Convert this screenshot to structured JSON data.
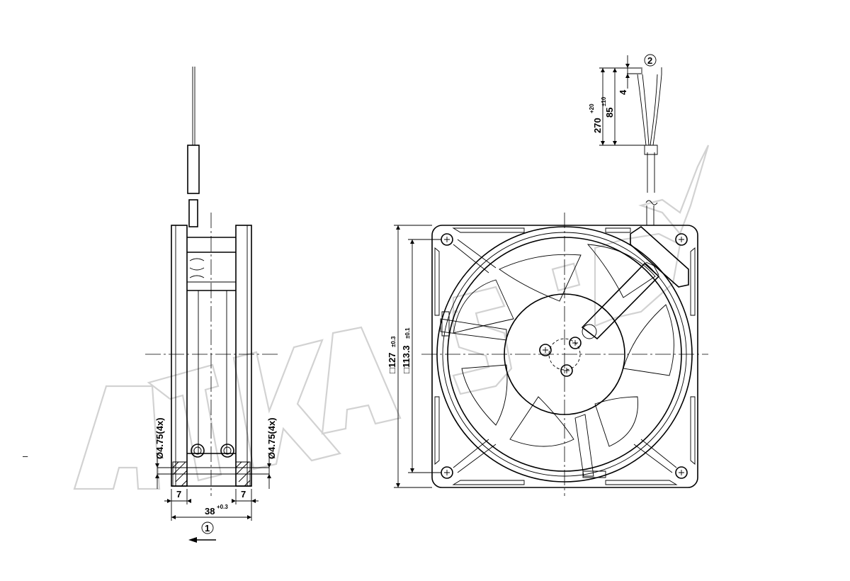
{
  "watermark": "ALTKAS.RU",
  "dimensions": {
    "side_width": "38",
    "side_width_tol": "+0.3",
    "flange_left": "7",
    "flange_right": "7",
    "hole_left": "Ø4.75(4x)",
    "hole_right": "Ø4.75(4x)",
    "outer_size": "□127",
    "outer_tol": "±0.3",
    "hole_spacing": "□113.3",
    "hole_tol": "±0.1",
    "lead_length": "270",
    "lead_tol": "+20",
    "strip_length": "85",
    "strip_tol": "±10",
    "wire_end": "4"
  },
  "callouts": {
    "airflow": "1",
    "wire": "2"
  },
  "dash_mark": "–"
}
